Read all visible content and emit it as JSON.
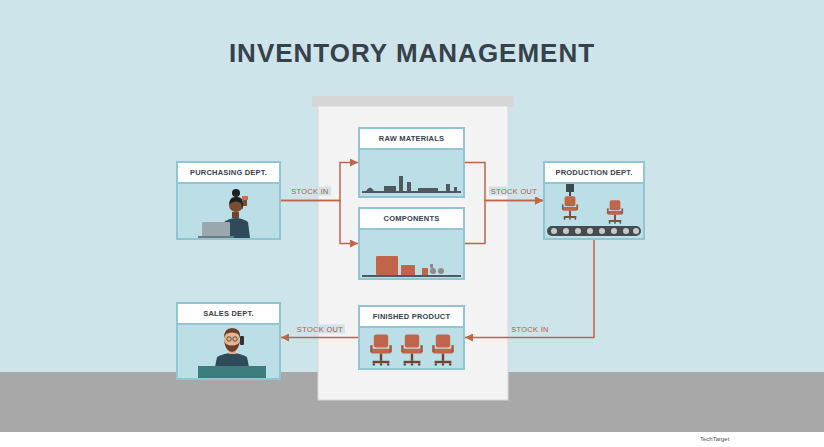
{
  "diagram": {
    "title": "INVENTORY MANAGEMENT",
    "nodes": [
      {
        "text": [
          "PURCHASING DEPT."
        ]
      },
      {
        "text": [
          "RAW MATERIALS"
        ]
      },
      {
        "text": [
          "PRODUCTION DEPT."
        ]
      },
      {
        "text": [
          "COMPONENTS"
        ]
      },
      {
        "text": [
          "SALES DEPT."
        ]
      },
      {
        "text": [
          "FINISHED PRODUCT"
        ]
      }
    ],
    "edges": [
      {
        "from": 0,
        "to": 1,
        "label": "STOCK IN",
        "arrow": "to"
      },
      {
        "from": 0,
        "to": 3,
        "arrow": "to"
      },
      {
        "from": 1,
        "to": 2,
        "label": "STOCK OUT",
        "arrow": "to"
      },
      {
        "from": 3,
        "to": 2,
        "arrow": "to"
      },
      {
        "from": 2,
        "to": 5,
        "label": "STOCK IN",
        "arrow": "to"
      },
      {
        "from": 5,
        "to": 4,
        "label": "STOCK OUT",
        "arrow": "to"
      }
    ],
    "labels": [
      "TechTarget"
    ]
  }
}
